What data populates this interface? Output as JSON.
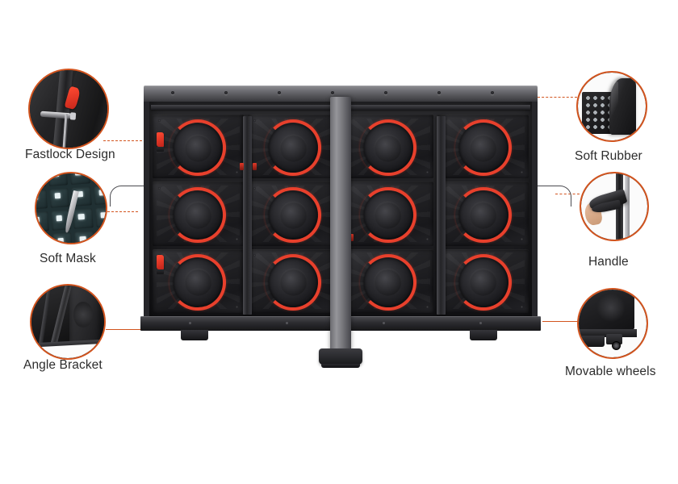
{
  "page": {
    "background": "#ffffff",
    "accent_color": "#D2541E",
    "label_color": "#2c2c2c",
    "lever_color": "#e8402c"
  },
  "product": {
    "name": "led-display-cabinet",
    "columns": 4,
    "rows": 3,
    "modules": 12,
    "has_center_support_column": true,
    "has_movable_wheels": true,
    "has_side_handles": true
  },
  "callouts": [
    {
      "id": "fastlock-design",
      "label": "Fastlock Design",
      "side": "left",
      "icon": "fastlock-lever-photo"
    },
    {
      "id": "soft-mask",
      "label": "Soft Mask",
      "side": "left",
      "icon": "led-module-mask-photo"
    },
    {
      "id": "angle-bracket",
      "label": "Angle Bracket",
      "side": "left",
      "icon": "angle-bracket-photo"
    },
    {
      "id": "soft-rubber",
      "label": "Soft Rubber",
      "side": "right",
      "icon": "rubber-corner-photo"
    },
    {
      "id": "handle",
      "label": "Handle",
      "side": "right",
      "icon": "handle-grip-photo"
    },
    {
      "id": "movable-wheels",
      "label": "Movable wheels",
      "side": "right",
      "icon": "caster-wheel-photo"
    }
  ]
}
